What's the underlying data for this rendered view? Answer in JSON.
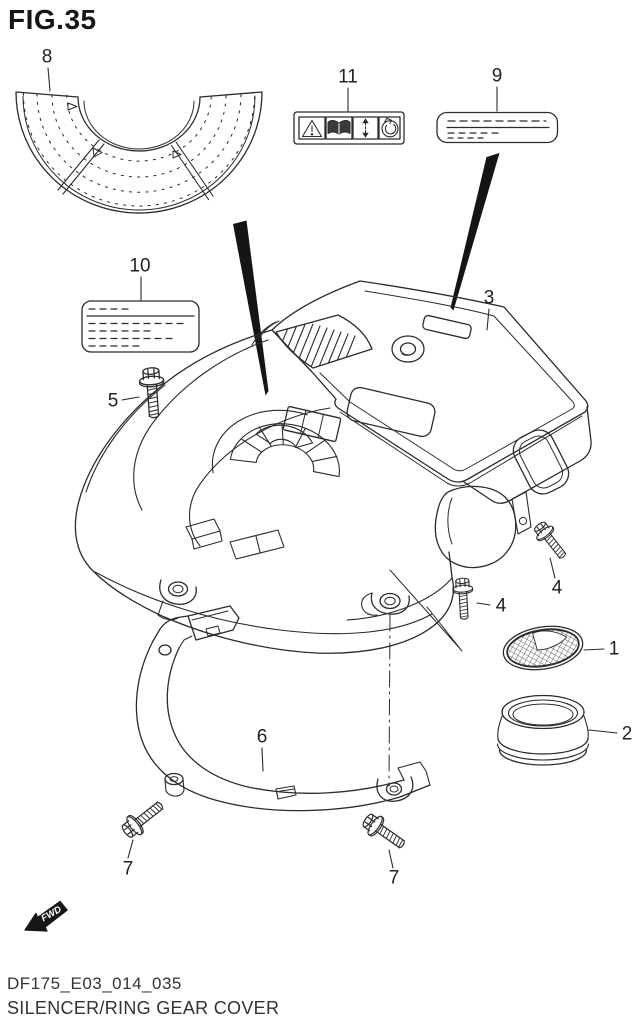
{
  "figure": {
    "title": "FIG.35",
    "part_code": "DF175_E03_014_035",
    "part_name": "SILENCER/RING GEAR COVER"
  },
  "fwd": {
    "label": "FWD"
  },
  "callouts": [
    {
      "part": "cushion",
      "label": "8"
    },
    {
      "part": "warning-information-label",
      "label": "11"
    },
    {
      "part": "label-plate",
      "label": "9"
    },
    {
      "part": "caution-label",
      "label": "10"
    },
    {
      "part": "silencer-cover-upper",
      "label": "3"
    },
    {
      "part": "bolt-cover-left",
      "label": "5"
    },
    {
      "part": "bolt-cover-right",
      "label": "4"
    },
    {
      "part": "bolt-cover-front",
      "label": "4"
    },
    {
      "part": "strainer-screen",
      "label": "1"
    },
    {
      "part": "seal-ring",
      "label": "2"
    },
    {
      "part": "ring-gear-cover-lower",
      "label": "6"
    },
    {
      "part": "bolt-ring-gear-left",
      "label": "7"
    },
    {
      "part": "bolt-ring-gear-right",
      "label": "7"
    }
  ],
  "icons": {
    "warning_label_pictograms": [
      "warning-triangle-icon",
      "owners-manual-icon",
      "vertical-arrows-icon",
      "kill-switch-icon"
    ],
    "direction_arrow": "fwd-arrow-icon"
  },
  "colors": {
    "line": "#2b2b2b",
    "background": "#ffffff",
    "pointer": "#151515"
  }
}
